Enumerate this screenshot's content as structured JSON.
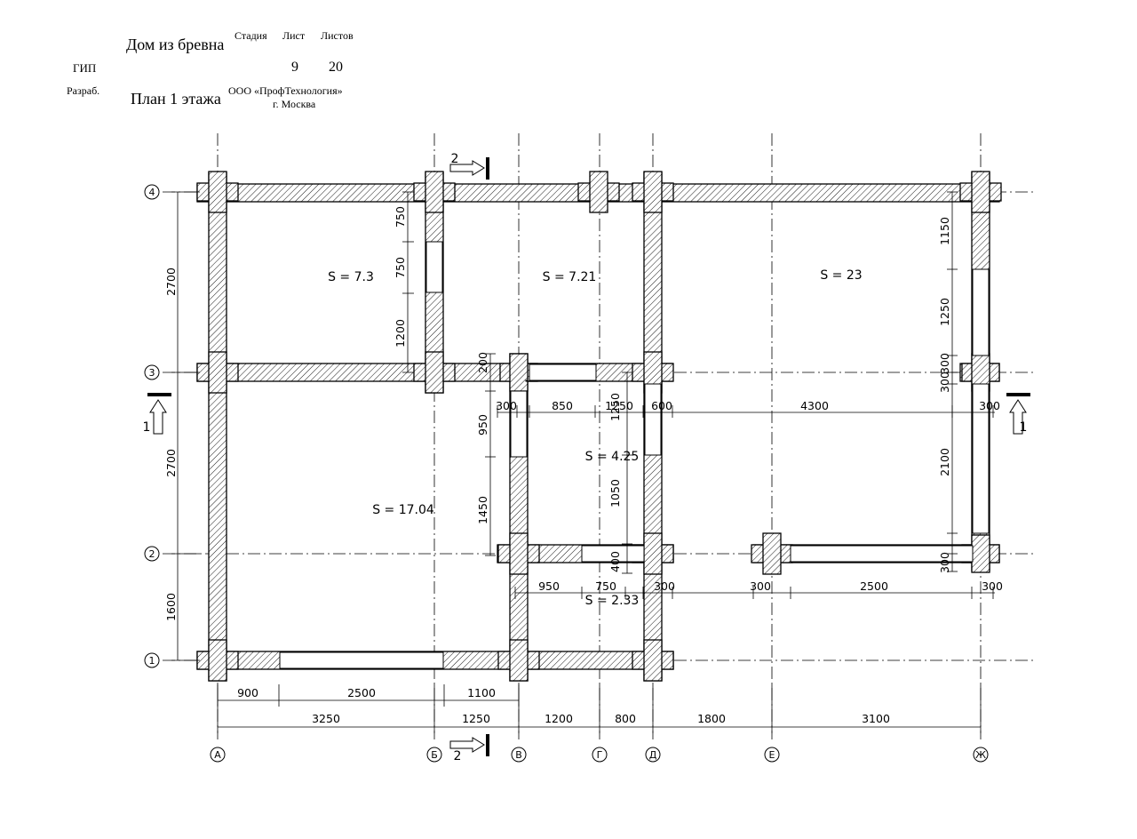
{
  "stamp": {
    "project": "Дом из бревна",
    "sheet_title": "План 1 этажа",
    "stage_label": "Стадия",
    "sheet_label": "Лист",
    "sheets_label": "Листов",
    "sheet_number": "9",
    "sheets_total": "20",
    "gip_label": "ГИП",
    "dev_label": "Разраб.",
    "company": "ООО «ПрофТехнология»",
    "city": "г. Москва"
  },
  "axes": {
    "letters": [
      "А",
      "Б",
      "В",
      "Г",
      "Д",
      "Е",
      "Ж"
    ],
    "numbers": [
      "1",
      "2",
      "3",
      "4"
    ]
  },
  "rooms": [
    {
      "label": "S = 7.3"
    },
    {
      "label": "S = 7.21"
    },
    {
      "label": "S = 23"
    },
    {
      "label": "S = 4.25"
    },
    {
      "label": "S = 17.04"
    },
    {
      "label": "S = 2.33"
    }
  ],
  "sections": {
    "one": "1",
    "two": "2"
  },
  "dims": {
    "bottom_outer": [
      "3250",
      "1250",
      "1200",
      "800",
      "1800",
      "3100"
    ],
    "bottom_inner": [
      "900",
      "2500",
      "1100"
    ],
    "left": [
      "2700",
      "2700",
      "1600"
    ],
    "mid_row": [
      "300",
      "850",
      "1250",
      "600",
      "4300",
      "300"
    ],
    "row2": [
      "950",
      "750",
      "300",
      "300",
      "2500",
      "300"
    ],
    "top_left_vert": [
      "750",
      "750",
      "1200"
    ],
    "right_vert": [
      "1150",
      "1250",
      "300",
      "300",
      "2100",
      "300"
    ],
    "v_mid": [
      "200",
      "950",
      "1450",
      "1250",
      "1050",
      "400"
    ]
  }
}
